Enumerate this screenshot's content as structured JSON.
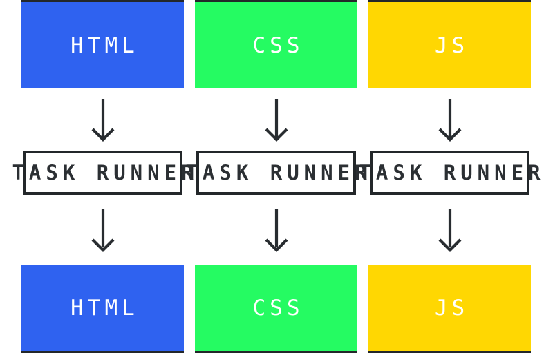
{
  "diagram": {
    "background_color": "#ffffff",
    "stroke_color": "#282c30",
    "runner_border_color": "#23272a",
    "runner_text_color": "#2b2f33",
    "box_text_color": "#ffffff",
    "columns": [
      {
        "id": "html",
        "source_label": "HTML",
        "runner_label": "TASK RUNNER",
        "output_label": "HTML",
        "color": "#2f62f0"
      },
      {
        "id": "css",
        "source_label": "CSS",
        "runner_label": "TASK RUNNER",
        "output_label": "CSS",
        "color": "#25fb62"
      },
      {
        "id": "js",
        "source_label": "JS",
        "runner_label": "TASK RUNNER",
        "output_label": "JS",
        "color": "#ffd702"
      }
    ]
  }
}
